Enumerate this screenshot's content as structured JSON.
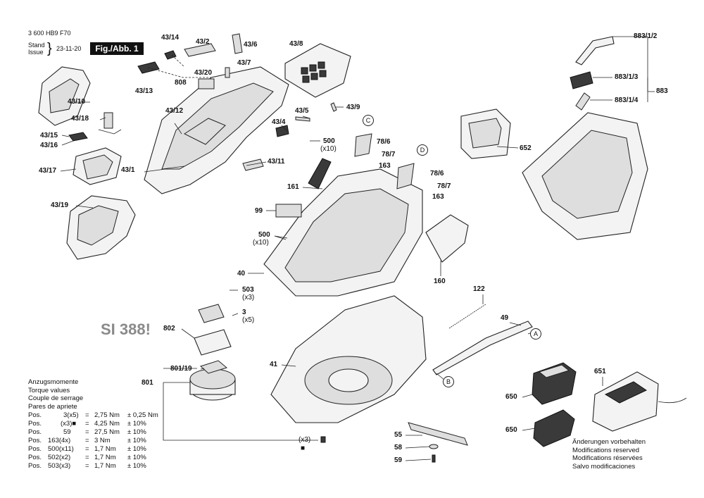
{
  "header": {
    "doc_number": "3 600 HB9 F70",
    "stand": "Stand",
    "issue": "Issue",
    "date": "23-11-20",
    "figure": "Fig./Abb. 1"
  },
  "stamp": "SI 388!",
  "labels": {
    "p43_14": "43/14",
    "p43_2": "43/2",
    "p43_6": "43/6",
    "p43_8": "43/8",
    "p43_7": "43/7",
    "p43_20": "43/20",
    "p808": "808",
    "p43_13": "43/13",
    "p43_10": "43/10",
    "p43_18": "43/18",
    "p43_15": "43/15",
    "p43_16": "43/16",
    "p43_17": "43/17",
    "p43_19": "43/19",
    "p43_12": "43/12",
    "p43_1": "43/1",
    "p43_11": "43/11",
    "p43_5": "43/5",
    "p43_4": "43/4",
    "p43_9": "43/9",
    "p500a": "500",
    "x10a": "(x10)",
    "p78_6a": "78/6",
    "p78_7a": "78/7",
    "p163a": "163",
    "p78_6b": "78/6",
    "p78_7b": "78/7",
    "p163b": "163",
    "p161": "161",
    "p99": "99",
    "p500b": "500",
    "x10b": "(x10)",
    "p40": "40",
    "p160": "160",
    "p652": "652",
    "p883_1_2": "883/1/2",
    "p883_1_3": "883/1/3",
    "p883_1_4": "883/1/4",
    "p883": "883",
    "p503": "503",
    "x3a": "(x3)",
    "p3": "3",
    "x5": "(x5)",
    "p802": "802",
    "p801_19": "801/19",
    "p801": "801",
    "p41": "41",
    "p122": "122",
    "p49": "49",
    "p651": "651",
    "p650a": "650",
    "p650b": "650",
    "p55": "55",
    "p58": "58",
    "p59": "59",
    "x3b": "(x3)"
  },
  "callouts": {
    "A": "A",
    "B": "B",
    "C": "C",
    "D": "D"
  },
  "torque": {
    "heading": [
      "Anzugsmomente",
      "Torque values",
      "Couple de serrage",
      "Pares de apriete"
    ],
    "rows": [
      {
        "pos": "Pos.",
        "ref": "3(x5)",
        "eq": "=",
        "val": "2,75 Nm",
        "tol": "± 0,25 Nm"
      },
      {
        "pos": "Pos.",
        "ref": "(x3)■",
        "eq": "=",
        "val": "4,25 Nm",
        "tol": "± 10%"
      },
      {
        "pos": "Pos.",
        "ref": "59",
        "eq": "=",
        "val": "27,5 Nm",
        "tol": "± 10%"
      },
      {
        "pos": "Pos.",
        "ref": "163(4x)",
        "eq": "=",
        "val": "3 Nm",
        "tol": "± 10%"
      },
      {
        "pos": "Pos.",
        "ref": "500(x11)",
        "eq": "=",
        "val": "1,7 Nm",
        "tol": "± 10%"
      },
      {
        "pos": "Pos.",
        "ref": "502(x2)",
        "eq": "=",
        "val": "1,7 Nm",
        "tol": "± 10%"
      },
      {
        "pos": "Pos.",
        "ref": "503(x3)",
        "eq": "=",
        "val": "1,7 Nm",
        "tol": "± 10%"
      }
    ]
  },
  "notes": [
    "Änderungen vorbehalten",
    "Modifications reserved",
    "Modifications réservées",
    "Salvo modificaciones"
  ]
}
